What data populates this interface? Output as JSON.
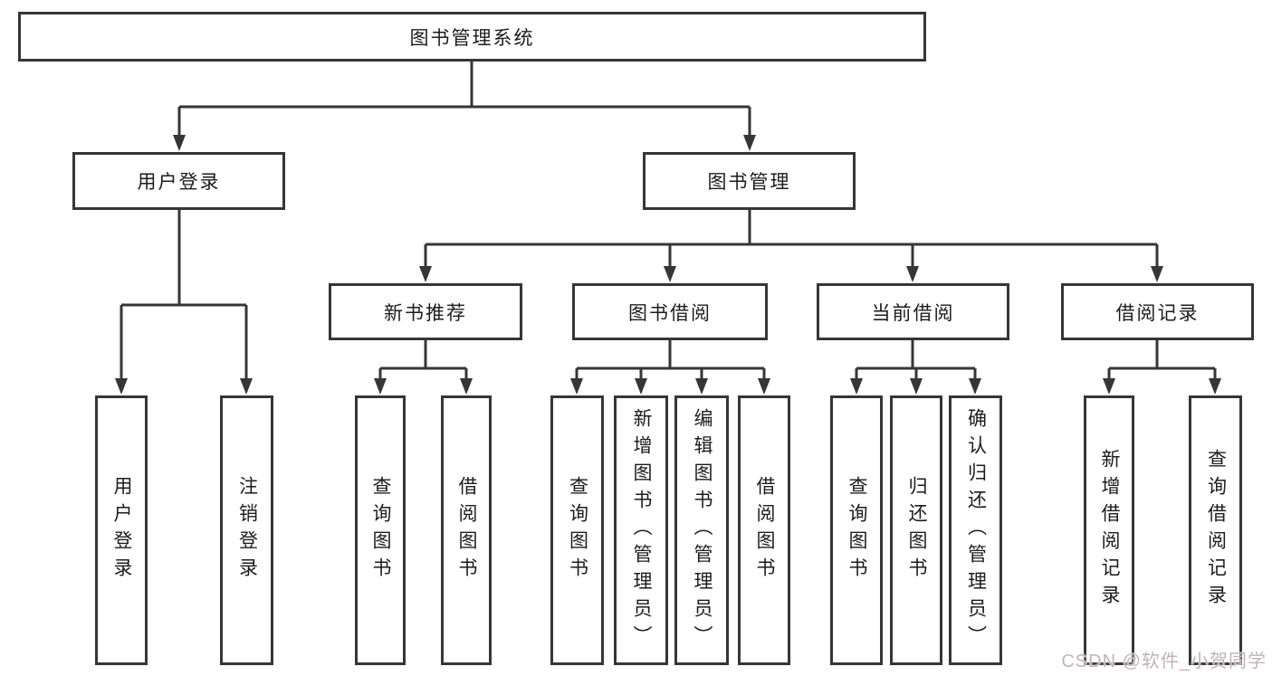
{
  "nodes": {
    "root": "图书管理系统",
    "userLogin": "用户登录",
    "bookManagement": "图书管理",
    "newBookRecommend": "新书推荐",
    "bookBorrowing": "图书借阅",
    "currentBorrowing": "当前借阅",
    "borrowingRecords": "借阅记录"
  },
  "leaves": {
    "userLogin": [
      "用户登录",
      "注销登录"
    ],
    "newBookRecommend": [
      "查询图书",
      "借阅图书"
    ],
    "bookBorrowing": [
      "查询图书",
      "新增图书（管理员）",
      "编辑图书（管理员）",
      "借阅图书"
    ],
    "currentBorrowing": [
      "查询图书",
      "归还图书",
      "确认归还（管理员）"
    ],
    "borrowingRecords": [
      "新增借阅记录",
      "查询借阅记录"
    ]
  },
  "watermark": {
    "text": "CSDN @软件_小贺同学",
    "color": "#c2b2b5"
  },
  "colors": {
    "border": "#363636",
    "line": "#363636",
    "text": "#1c1c1c",
    "background": "#ffffff"
  }
}
